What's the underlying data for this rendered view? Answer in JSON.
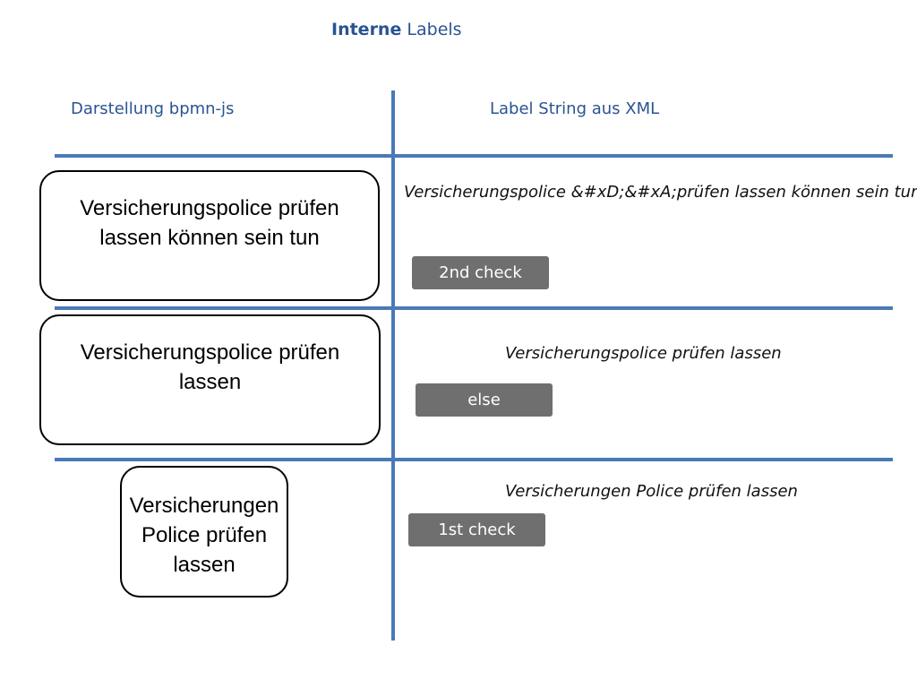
{
  "title": {
    "bold_part": "Interne",
    "rest": " Labels"
  },
  "columns": {
    "left": "Darstellung bpmn-js",
    "right": "Label String aus XML"
  },
  "rows": [
    {
      "task_text": "Versicherungspolice prüfen lassen können sein tun",
      "xml_label": "Versicherungspolice &#xD;&#xA;prüfen lassen können sein tun",
      "badge": "2nd check"
    },
    {
      "task_text": "Versicherungspolice prüfen lassen",
      "xml_label": "Versicherungspolice prüfen lassen",
      "badge": "else"
    },
    {
      "task_text": "Versicherungen Police prüfen lassen",
      "xml_label": "Versicherungen Police prüfen lassen",
      "badge": "1st check"
    }
  ],
  "colors": {
    "title_blue": "#2a5491",
    "line_blue": "#4a7ab5",
    "badge_gray": "#6f6f6f"
  }
}
